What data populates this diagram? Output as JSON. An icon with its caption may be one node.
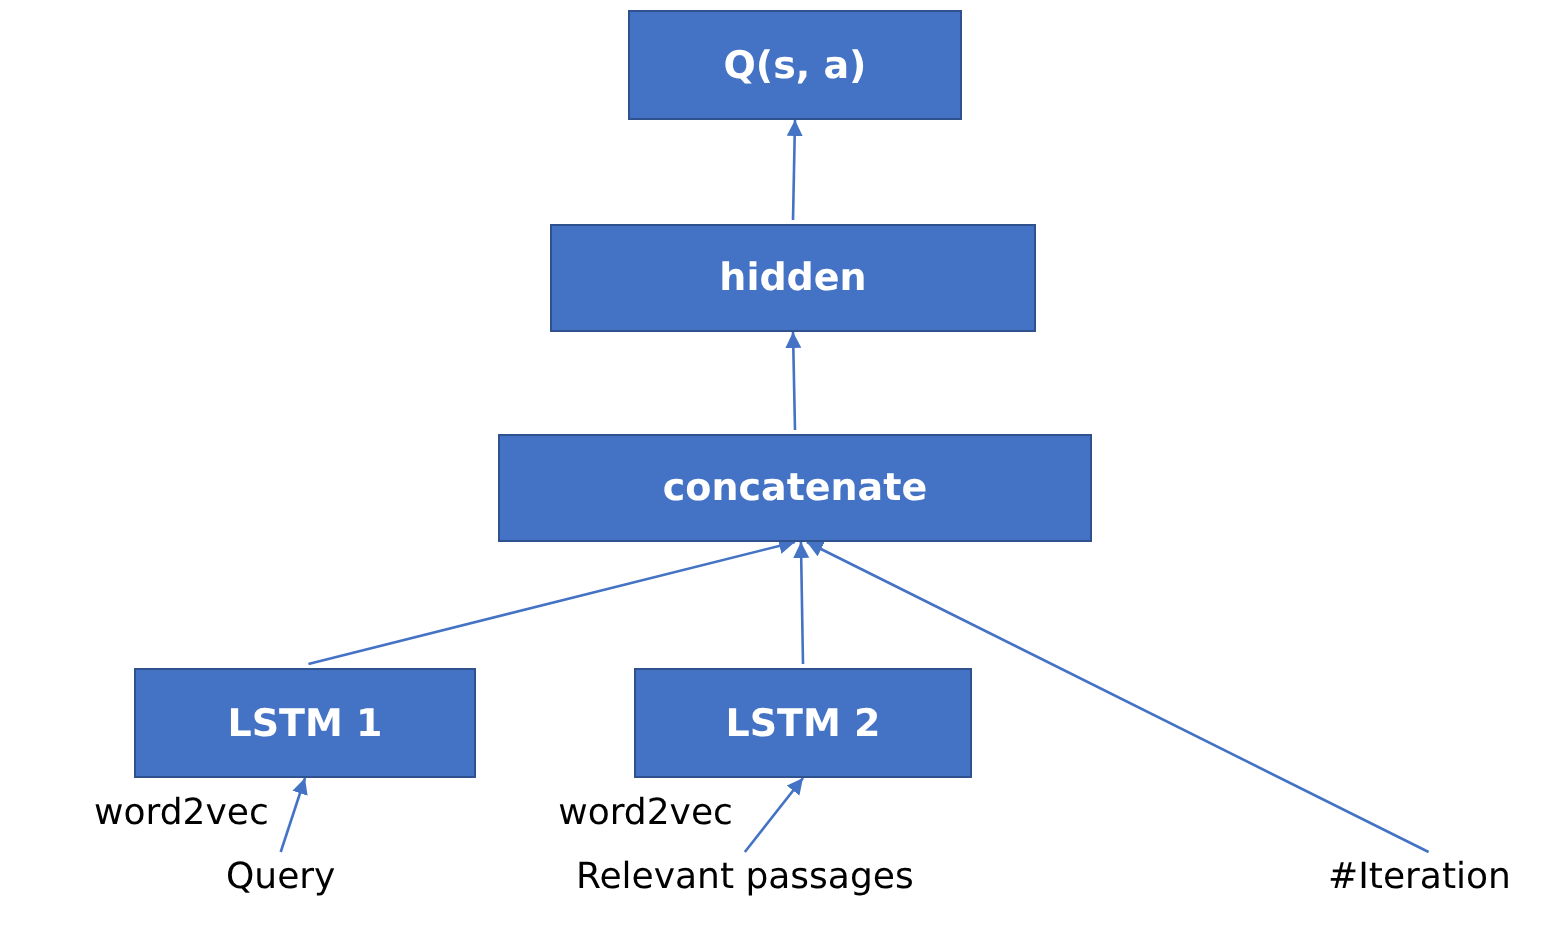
{
  "diagram": {
    "nodes": [
      {
        "text": [
          "Q(s, a)"
        ]
      },
      {
        "text": [
          "hidden"
        ]
      },
      {
        "text": [
          "concatenate"
        ]
      },
      {
        "text": [
          "LSTM 1"
        ]
      },
      {
        "text": [
          "LSTM 2"
        ]
      },
      {
        "text": [
          "Query"
        ]
      },
      {
        "text": [
          "Relevant passages"
        ]
      },
      {
        "text": [
          "#Iteration"
        ]
      }
    ],
    "edges": [
      {
        "from": 1,
        "to": 0,
        "arrow": "to"
      },
      {
        "from": 2,
        "to": 1,
        "arrow": "to"
      },
      {
        "from": 3,
        "to": 2,
        "arrow": "to"
      },
      {
        "from": 4,
        "to": 2,
        "arrow": "to"
      },
      {
        "from": 7,
        "to": 2,
        "arrow": "to"
      },
      {
        "from": 5,
        "to": 3,
        "arrow": "to",
        "label": "word2vec"
      },
      {
        "from": 6,
        "to": 4,
        "arrow": "to",
        "label": "word2vec"
      }
    ]
  }
}
